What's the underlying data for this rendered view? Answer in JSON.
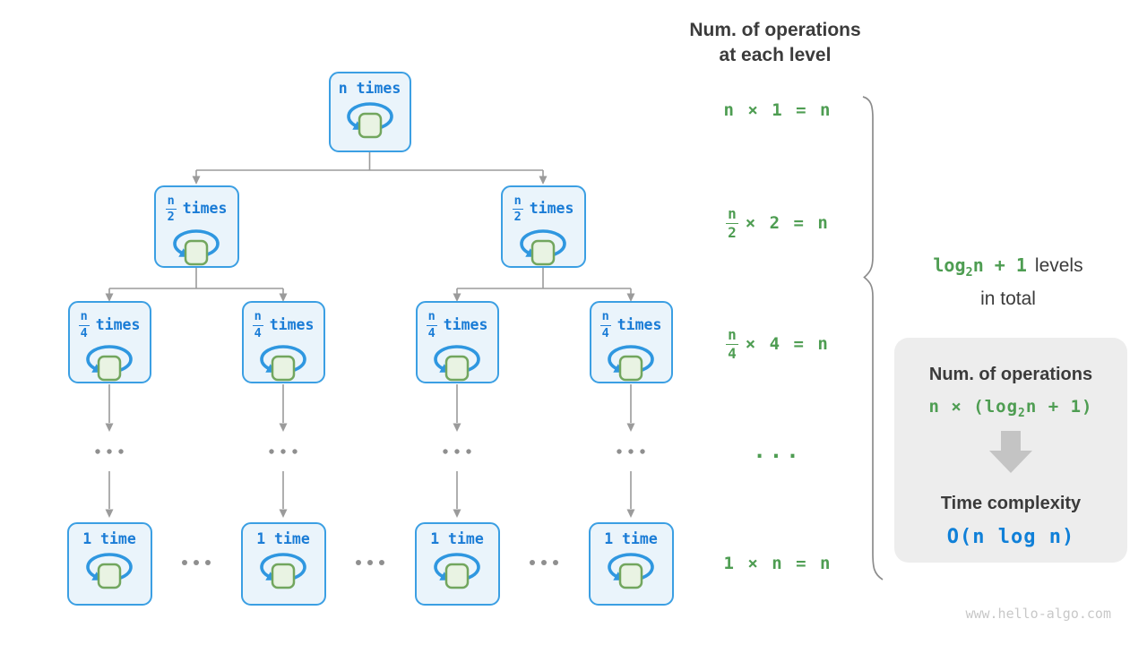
{
  "header": {
    "line1": "Num. of operations",
    "line2": "at each level"
  },
  "tree": {
    "root_label": "n times",
    "half": {
      "num": "n",
      "den": "2",
      "word": "times"
    },
    "quarter": {
      "num": "n",
      "den": "4",
      "word": "times"
    },
    "leaf_label": "1 time",
    "ellipsis": "..."
  },
  "ops": {
    "row1": "n × 1 = n",
    "row2": {
      "num": "n",
      "den": "2",
      "rest": "× 2 = n"
    },
    "row3": {
      "num": "n",
      "den": "4",
      "rest": "× 4 = n"
    },
    "dots": "...",
    "row5": "1 × n = n"
  },
  "brace_label": {
    "green_pre": "log",
    "green_sub": "2",
    "green_post": "n + 1",
    "dark_line1": "levels",
    "line2": "in total"
  },
  "panel": {
    "title1": "Num. of operations",
    "formula_pre": "n × (log",
    "formula_sub": "2",
    "formula_post": "n + 1)",
    "title2": "Time complexity",
    "complexity": "O(n log n)"
  },
  "watermark": {
    "text": "www.hello-algo.com"
  },
  "colors": {
    "node_border": "#3b9fe3",
    "node_fill": "#eaf4fb",
    "node_text": "#1a7cd6",
    "loop_blue": "#2f97e0",
    "square_fill": "#e9f3e3",
    "square_border": "#72a65e",
    "green_text": "#4e9d52",
    "dark_text": "#3b3b3b",
    "complexity_blue": "#1080d8",
    "connector_gray": "#9b9b9b",
    "brace_gray": "#8c8c8c",
    "panel_bg": "#ededed",
    "block_arrow": "#c4c4c4",
    "watermark_gray": "#c8c8c8"
  }
}
